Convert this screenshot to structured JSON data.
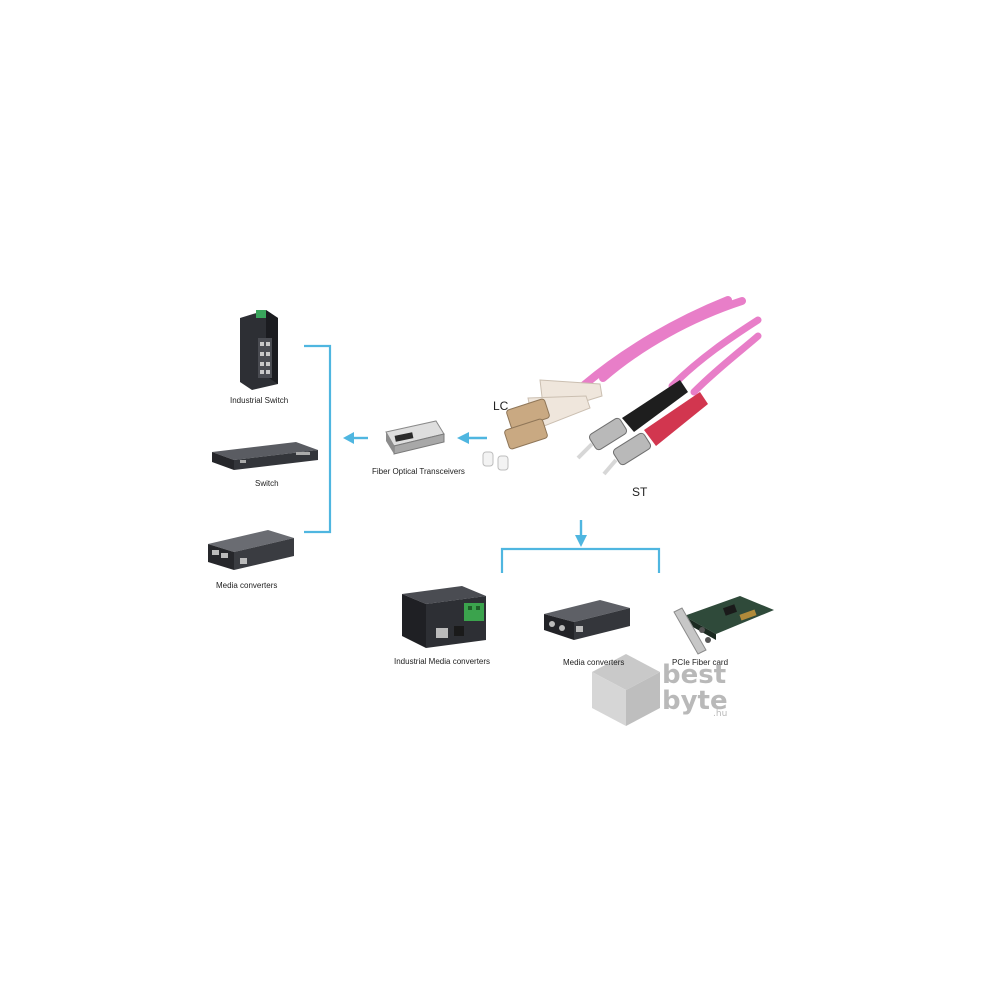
{
  "colors": {
    "connector_line": "#4fb6e0",
    "cable_pink": "#e87ec8",
    "st_boot_black": "#1e1e1e",
    "st_boot_red": "#d2364f",
    "lc_boot": "#efe6dc",
    "device_dark": "#2d2f34",
    "watermark": "#b9b9b9"
  },
  "connectors": {
    "lc": "LC",
    "st": "ST"
  },
  "left_devices": [
    {
      "name": "industrial-switch",
      "label": "Industrial Switch",
      "icon": "industrial-switch-icon"
    },
    {
      "name": "switch",
      "label": "Switch",
      "icon": "rack-switch-icon"
    },
    {
      "name": "media-converters",
      "label": "Media converters",
      "icon": "media-converter-icon"
    }
  ],
  "center": {
    "label": "Fiber Optical Transceivers",
    "icon": "sfp-transceiver-icon"
  },
  "bottom_devices": [
    {
      "name": "industrial-media-converters",
      "label": "Industrial Media converters",
      "icon": "industrial-media-converter-icon"
    },
    {
      "name": "media-converters-bottom",
      "label": "Media converters",
      "icon": "media-converter-icon"
    },
    {
      "name": "pcie-fiber-card",
      "label": "PCIe Fiber card",
      "icon": "pcie-card-icon"
    }
  ],
  "watermark": {
    "line1": "best",
    "line2": "byte",
    "suffix": ".hu"
  }
}
